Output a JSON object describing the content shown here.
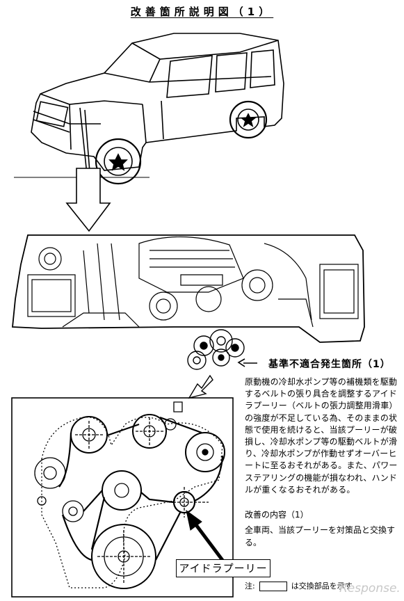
{
  "title": "改善箇所説明図（1）",
  "defect_location_label": "基準不適合発生箇所（1）",
  "description": "原動機の冷却水ポンプ等の補機類を駆動するベルトの張り具合を調整するアイドラプーリー（ベルトの張力調整用滑車）の強度が不足している為、そのままの状態で使用を続けると、当該プーリーが破損し、冷却水ポンプ等の駆動ベルトが滑り、冷却水ポンプが作動せずオーバーヒートに至るおそれがある。また、パワーステアリングの機能が損なわれ、ハンドルが重くなるおそれがある。",
  "improvement": {
    "heading": "改善の内容（1）",
    "body": "全車両、当該プーリーを対策品と交換する。"
  },
  "part_label": "アイドラプーリー",
  "note": {
    "prefix": "注:",
    "suffix": "は交換部品を示す"
  },
  "watermark": "Response."
}
